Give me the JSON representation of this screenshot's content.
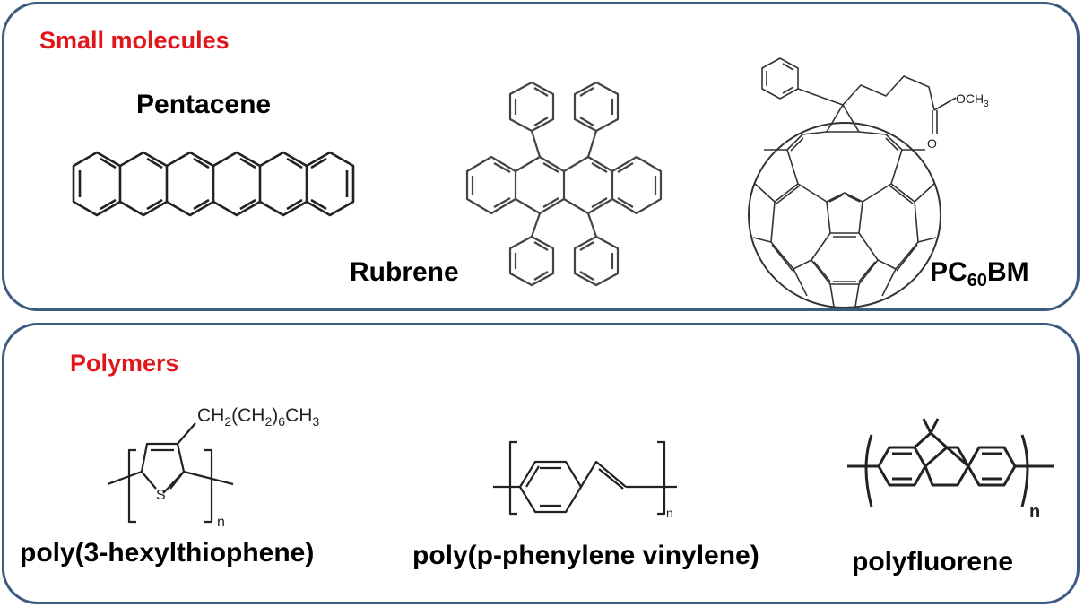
{
  "colors": {
    "frame": "#3d5a80",
    "section_title": "#e0161b",
    "bond": "#222222"
  },
  "sections": {
    "small_molecules": {
      "title": "Small molecules",
      "pentacene": {
        "name": "Pentacene"
      },
      "rubrene": {
        "name": "Rubrene"
      },
      "pcbm": {
        "name_main": "PC",
        "name_sub": "60",
        "name_end": "BM",
        "substituent_label": "OCH",
        "substituent_sub": "3"
      }
    },
    "polymers": {
      "title": "Polymers",
      "p3ht": {
        "name": "poly(3-hexylthiophene)",
        "side_chain": [
          "CH",
          "2",
          "(CH",
          "2",
          ")",
          "6",
          "CH",
          "3"
        ],
        "heteroatom": "S",
        "repeat": "n"
      },
      "ppv": {
        "name": "poly(p-phenylene vinylene)",
        "repeat": "n"
      },
      "pf": {
        "name": "polyfluorene",
        "repeat": "n"
      }
    }
  }
}
